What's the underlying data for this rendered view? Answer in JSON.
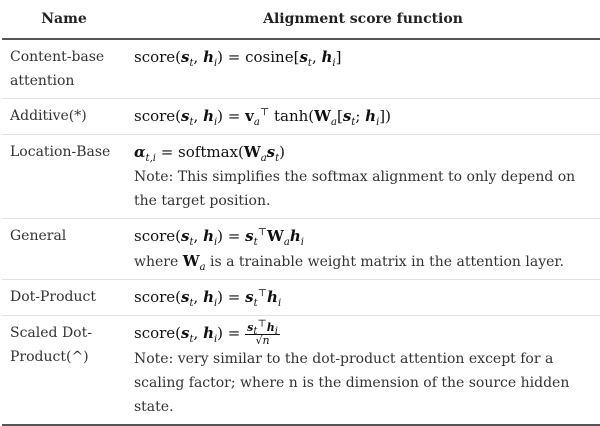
{
  "header": {
    "name": "Name",
    "function": "Alignment score function"
  },
  "rows": [
    {
      "name": "Content-base attention",
      "note": ""
    },
    {
      "name": "Additive(*)",
      "note": ""
    },
    {
      "name": "Location-Base",
      "note": "Note: This simplifies the softmax alignment to only depend on the target position."
    },
    {
      "name": "General",
      "note_prefix": "where",
      "note_suffix": "is a trainable weight matrix in the attention layer."
    },
    {
      "name": "Dot-Product",
      "note": ""
    },
    {
      "name": "Scaled Dot-Product(^)",
      "note": "Note: very similar to the dot-product attention except for a scaling factor; where n is the dimension of the source hidden state."
    }
  ]
}
